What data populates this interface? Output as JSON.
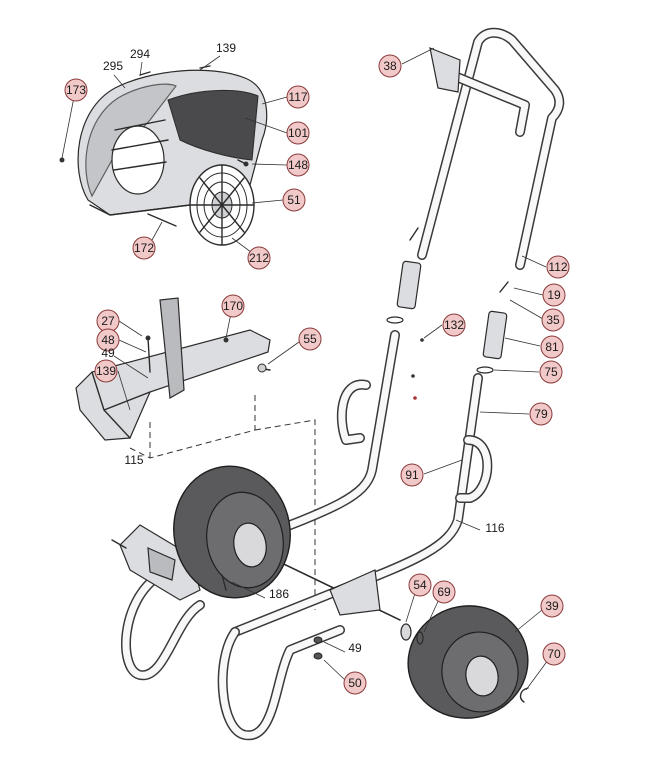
{
  "callouts": [
    {
      "id": "173"
    },
    {
      "id": "117"
    },
    {
      "id": "101"
    },
    {
      "id": "148"
    },
    {
      "id": "51"
    },
    {
      "id": "172"
    },
    {
      "id": "212"
    },
    {
      "id": "38"
    },
    {
      "id": "112"
    },
    {
      "id": "19"
    },
    {
      "id": "35"
    },
    {
      "id": "81"
    },
    {
      "id": "75"
    },
    {
      "id": "79"
    },
    {
      "id": "132"
    },
    {
      "id": "27"
    },
    {
      "id": "48"
    },
    {
      "id": "139"
    },
    {
      "id": "170"
    },
    {
      "id": "55"
    },
    {
      "id": "91"
    },
    {
      "id": "54"
    },
    {
      "id": "69"
    },
    {
      "id": "39"
    },
    {
      "id": "70"
    },
    {
      "id": "50"
    }
  ],
  "plain_labels": [
    {
      "id": "294"
    },
    {
      "id": "295"
    },
    {
      "id": "139"
    },
    {
      "id": "49"
    },
    {
      "id": "115"
    },
    {
      "id": "116"
    },
    {
      "id": "186"
    },
    {
      "id": "49"
    }
  ],
  "colors": {
    "callout_fill": "#f2c9c9",
    "callout_stroke": "#8a3a3a",
    "tire": "#5a5a5c",
    "frame": "#e9eaec"
  }
}
